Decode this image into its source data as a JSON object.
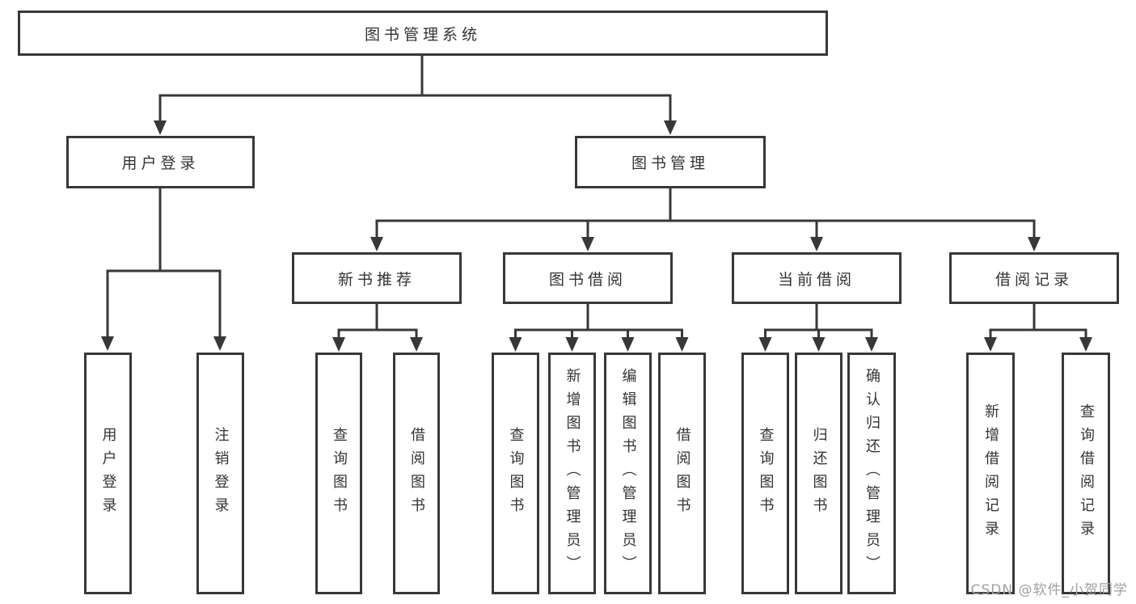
{
  "diagram_title": "图书管理系统",
  "tree": {
    "label": "图书管理系统",
    "children": [
      {
        "label": "用户登录",
        "children": [
          {
            "label": "用户登录"
          },
          {
            "label": "注销登录"
          }
        ]
      },
      {
        "label": "图书管理",
        "children": [
          {
            "label": "新书推荐",
            "children": [
              {
                "label": "查询图书"
              },
              {
                "label": "借阅图书"
              }
            ]
          },
          {
            "label": "图书借阅",
            "children": [
              {
                "label": "查询图书"
              },
              {
                "label": "新增图书（管理员）"
              },
              {
                "label": "编辑图书（管理员）"
              },
              {
                "label": "借阅图书"
              }
            ]
          },
          {
            "label": "当前借阅",
            "children": [
              {
                "label": "查询图书"
              },
              {
                "label": "归还图书"
              },
              {
                "label": "确认归还（管理员）"
              }
            ]
          },
          {
            "label": "借阅记录",
            "children": [
              {
                "label": "新增借阅记录"
              },
              {
                "label": "查询借阅记录"
              }
            ]
          }
        ]
      }
    ]
  },
  "watermark": "CSDN @软件_小贺同学",
  "colors": {
    "line": "#383838",
    "box_border": "#383838",
    "text": "#333333",
    "watermark": "#a0a0a0",
    "background": "#ffffff"
  }
}
